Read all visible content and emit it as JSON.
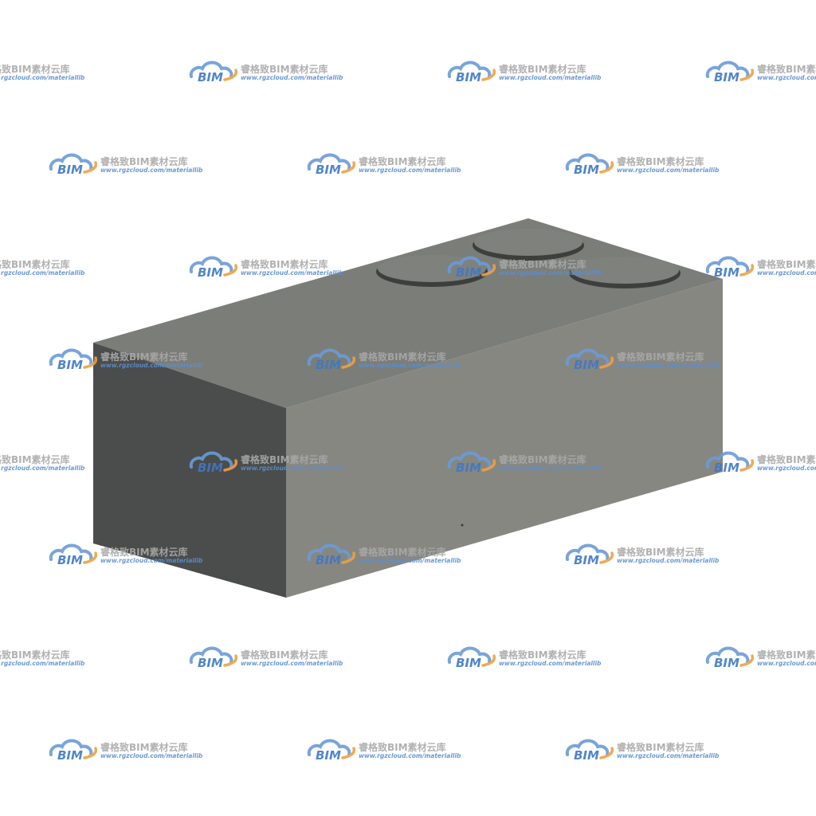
{
  "object": {
    "name": "block",
    "face_colors": {
      "top": "#7b7d78",
      "front": "#868781",
      "side": "#4a4d4b",
      "stud_shadow": "#3d3f3c",
      "stud_top": "#7f817c"
    }
  },
  "watermark": {
    "bim_label": "BIM",
    "title": "睿格致BIM素材云库",
    "url": "www.rgzcloud.com/materiallib",
    "colors": {
      "cloud_blue": "#6b9bd8",
      "cloud_orange": "#f0a040",
      "text_gray": "#a9a9a9"
    }
  }
}
